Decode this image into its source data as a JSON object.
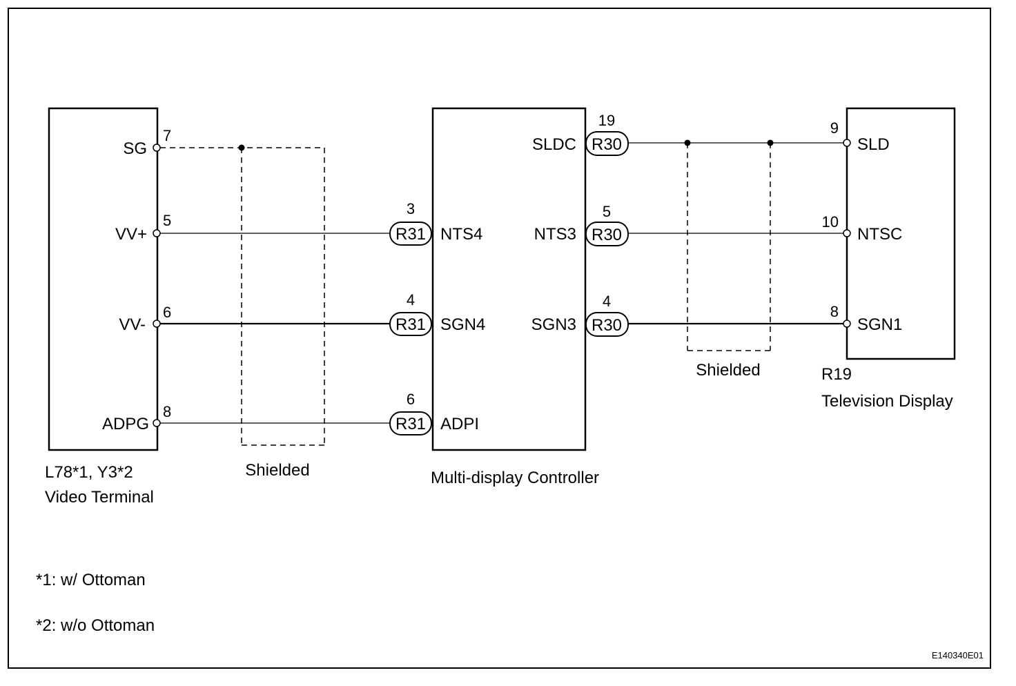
{
  "video_terminal": {
    "connector": "L78*1, Y3*2",
    "name": "Video Terminal",
    "pins": [
      {
        "label": "SG",
        "num": "7"
      },
      {
        "label": "VV+",
        "num": "5"
      },
      {
        "label": "VV-",
        "num": "6"
      },
      {
        "label": "ADPG",
        "num": "8"
      }
    ]
  },
  "controller": {
    "name": "Multi-display Controller",
    "left_pins": [
      {
        "label": "NTS4",
        "conn": "R31",
        "num": "3"
      },
      {
        "label": "SGN4",
        "conn": "R31",
        "num": "4"
      },
      {
        "label": "ADPI",
        "conn": "R31",
        "num": "6"
      }
    ],
    "right_pins": [
      {
        "label": "SLDC",
        "conn": "R30",
        "num": "19"
      },
      {
        "label": "NTS3",
        "conn": "R30",
        "num": "5"
      },
      {
        "label": "SGN3",
        "conn": "R30",
        "num": "4"
      }
    ]
  },
  "tv_display": {
    "connector": "R19",
    "name": "Television Display",
    "pins": [
      {
        "label": "SLD",
        "num": "9"
      },
      {
        "label": "NTSC",
        "num": "10"
      },
      {
        "label": "SGN1",
        "num": "8"
      }
    ]
  },
  "shield_labels": {
    "left": "Shielded",
    "right": "Shielded"
  },
  "notes": [
    "*1: w/ Ottoman",
    "*2: w/o Ottoman"
  ],
  "figure_code": "E140340E01"
}
